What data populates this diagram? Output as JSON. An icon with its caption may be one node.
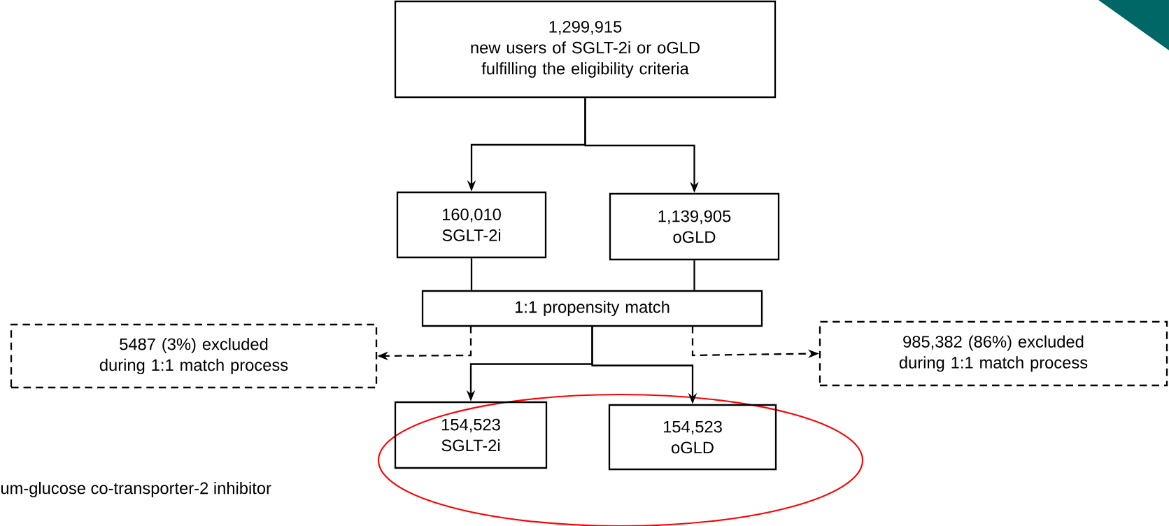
{
  "diagram": {
    "nodes": [
      {
        "text": [
          "1,299,915",
          "new users of SGLT-2i or oGLD fulfilling the eligibility criteria"
        ]
      },
      {
        "text": [
          "160,010",
          "SGLT-2i"
        ]
      },
      {
        "text": [
          "1,139,905",
          "oGLD"
        ]
      },
      {
        "text": [
          "1:1 propensity match"
        ]
      },
      {
        "text": [
          "5487 (3%) excluded during 1:1 match process"
        ]
      },
      {
        "text": [
          "985,382 (86%) excluded during 1:1 match process"
        ]
      },
      {
        "text": [
          "154,523",
          "SGLT-2i"
        ]
      },
      {
        "text": [
          "154,523",
          "oGLD"
        ]
      }
    ],
    "edges": [
      {
        "from": 0,
        "to": 1,
        "arrow": "to"
      },
      {
        "from": 0,
        "to": 2,
        "arrow": "to"
      },
      {
        "from": 1,
        "to": 3,
        "arrow": "none"
      },
      {
        "from": 2,
        "to": 3,
        "arrow": "none"
      },
      {
        "from": 3,
        "to": 6,
        "arrow": "to"
      },
      {
        "from": 3,
        "to": 7,
        "arrow": "to"
      },
      {
        "from": 3,
        "to": 4,
        "arrow": "to",
        "style": "dashed"
      },
      {
        "from": 3,
        "to": 5,
        "arrow": "to",
        "style": "dashed"
      }
    ],
    "labels": [
      "um-glucose co-transporter-2 inhibitor"
    ]
  }
}
